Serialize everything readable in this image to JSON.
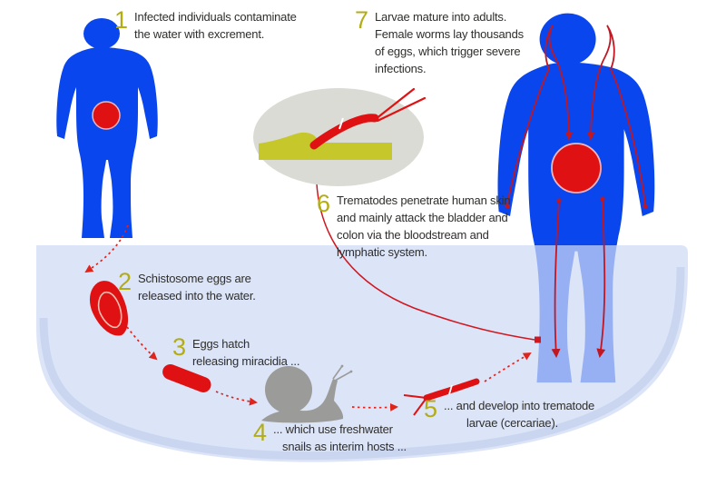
{
  "steps": [
    {
      "num": "1",
      "lines": [
        "Infected individuals contaminate",
        "the water with excrement."
      ]
    },
    {
      "num": "2",
      "lines": [
        "Schistosome eggs are",
        "released into the water."
      ]
    },
    {
      "num": "3",
      "lines": [
        "Eggs hatch",
        "releasing miracidia ..."
      ]
    },
    {
      "num": "4",
      "lines": [
        "... which use freshwater",
        "snails as interim hosts ..."
      ]
    },
    {
      "num": "5",
      "lines": [
        "... and develop into trematode",
        "larvae (cercariae)."
      ]
    },
    {
      "num": "6",
      "lines": [
        "Trematodes penetrate human skin",
        "and mainly attack the bladder and",
        "colon via the bloodstream and",
        "lymphatic system."
      ]
    },
    {
      "num": "7",
      "lines": [
        "Larvae mature into adults.",
        "Female worms lay thousands",
        "of eggs, which trigger severe",
        "infections."
      ]
    }
  ],
  "colors": {
    "figure_blue": "#0946ee",
    "highlight_red": "#e01112",
    "circulation_red": "#c11722",
    "water_blue": "#dce4f8",
    "water_rim": "#c7d3ef",
    "number_olive": "#b3ad15",
    "snail_gray": "#9b9b99",
    "skin_olive": "#c6c72a",
    "inset_gray": "#dbdbd5",
    "text": "#2e2e2c"
  },
  "figures": {
    "left_person": "infected-person",
    "right_person": "person-with-bloodstream",
    "inset": "skin-penetration-closeup",
    "organisms": [
      "schistosome-egg",
      "miracidium",
      "freshwater-snail",
      "cercaria-larva",
      "adult-trematode"
    ]
  }
}
